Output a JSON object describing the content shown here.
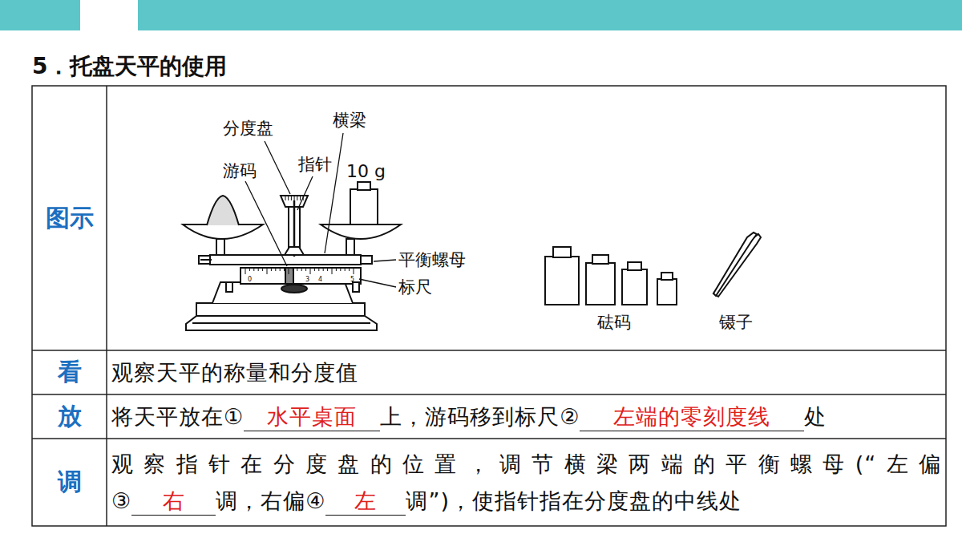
{
  "diagram": {
    "title": "5．托盘天平的使用",
    "nodes": [
      {
        "text": [
          "图示"
        ]
      },
      {
        "text": [
          "看"
        ]
      },
      {
        "text": [
          "观察天平的称量和分度值"
        ]
      },
      {
        "text": [
          "放"
        ]
      },
      {
        "text": [
          "将天平放在①",
          "水平桌面",
          "上，游码移到标尺②",
          "左端的零刻度线",
          "处"
        ]
      },
      {
        "text": [
          "调"
        ]
      },
      {
        "text": [
          "观察指针在分度盘的位置，调节横梁两端的平衡螺母(“左偏",
          "③",
          "右",
          "调，右偏④",
          "左",
          "调”)，使指针指在分度盘的中线处"
        ]
      }
    ],
    "labels": [
      "分度盘",
      "横梁",
      "游码",
      "指针",
      "10 g",
      "平衡螺母",
      "标尺",
      "砝码",
      "镊子",
      "0",
      "3",
      "4",
      "5"
    ]
  }
}
